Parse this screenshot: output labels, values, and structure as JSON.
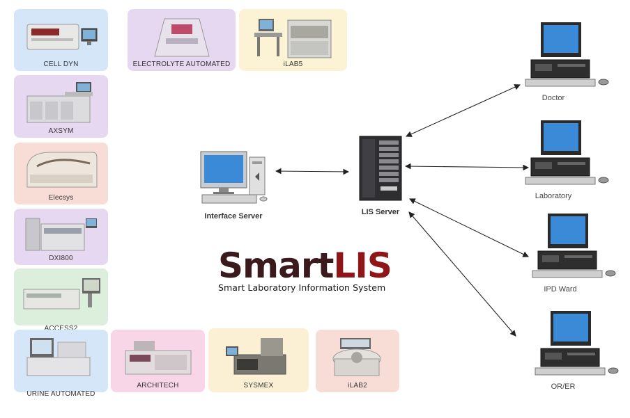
{
  "instruments": [
    {
      "label": "CELL DYN",
      "bg": "#d4e6f8"
    },
    {
      "label": "AXSYM",
      "bg": "#e7d8f2"
    },
    {
      "label": "Elecsys",
      "bg": "#f8ddd6"
    },
    {
      "label": "DXI800",
      "bg": "#e7d8f2"
    },
    {
      "label": "ACCESS2",
      "bg": "#dcefdc"
    },
    {
      "label": "URINE AUTOMATED",
      "bg": "#d4e6f8"
    },
    {
      "label": "ELECTROLYTE AUTOMATED",
      "bg": "#e7d8f2"
    },
    {
      "label": "iLAB5",
      "bg": "#fbf3d4"
    },
    {
      "label": "ARCHITECH",
      "bg": "#f8d6e8"
    },
    {
      "label": "SYSMEX",
      "bg": "#fbf0d4"
    },
    {
      "label": "iLAB2",
      "bg": "#f8ddd6"
    }
  ],
  "interface_server": {
    "label": "Interface Server"
  },
  "lis_server": {
    "label": "LIS Server"
  },
  "clients": [
    {
      "label": "Doctor"
    },
    {
      "label": "Laboratory"
    },
    {
      "label": "IPD Ward"
    },
    {
      "label": "OR/ER"
    }
  ],
  "brand": {
    "logo_part1": "Smart",
    "logo_part2": "LIS",
    "tagline": "Smart Laboratory Information System"
  }
}
